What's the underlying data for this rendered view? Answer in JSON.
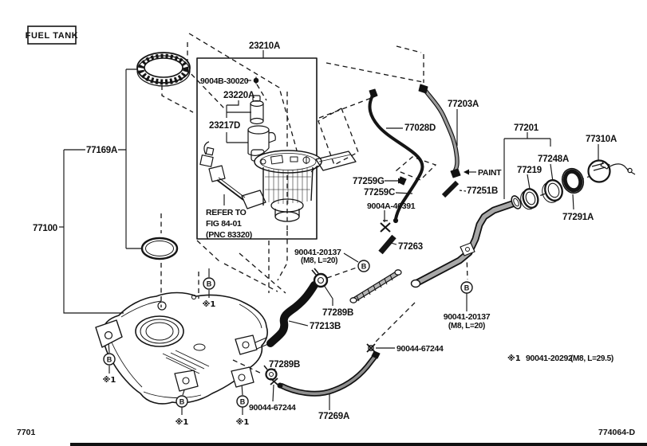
{
  "diagram": {
    "title": "FUEL TANK",
    "page_code": "7701",
    "sheet_code": "774064-D",
    "bolt_marker": "B",
    "ref_symbol": "※1",
    "paint_label": "PAINT",
    "refer_note": {
      "line1": "REFER TO",
      "line2": "FIG 84-01",
      "line3": "(PNC 83320)"
    },
    "bolt_20137": {
      "part": "90041-20137",
      "spec": "(M8, L=20)"
    },
    "footnote": {
      "symbol": "※1",
      "part": "90041-20292",
      "spec": "(M8, L=29.5)"
    },
    "parts": {
      "p23210A": "23210A",
      "p9004B30020": "9004B-30020",
      "p23220A": "23220A",
      "p23217D": "23217D",
      "p77169A": "77169A",
      "p77100": "77100",
      "p77028D": "77028D",
      "p77203A": "77203A",
      "p77259G": "77259G",
      "p77259C": "77259C",
      "p9004A46391": "9004A-46391",
      "p77263": "77263",
      "p77251B": "77251B",
      "p77201": "77201",
      "p77219": "77219",
      "p77248A": "77248A",
      "p77310A": "77310A",
      "p77291A": "77291A",
      "p77289B": "77289B",
      "p77213B": "77213B",
      "p90044_67244": "90044-67244",
      "p77269A": "77269A"
    }
  }
}
